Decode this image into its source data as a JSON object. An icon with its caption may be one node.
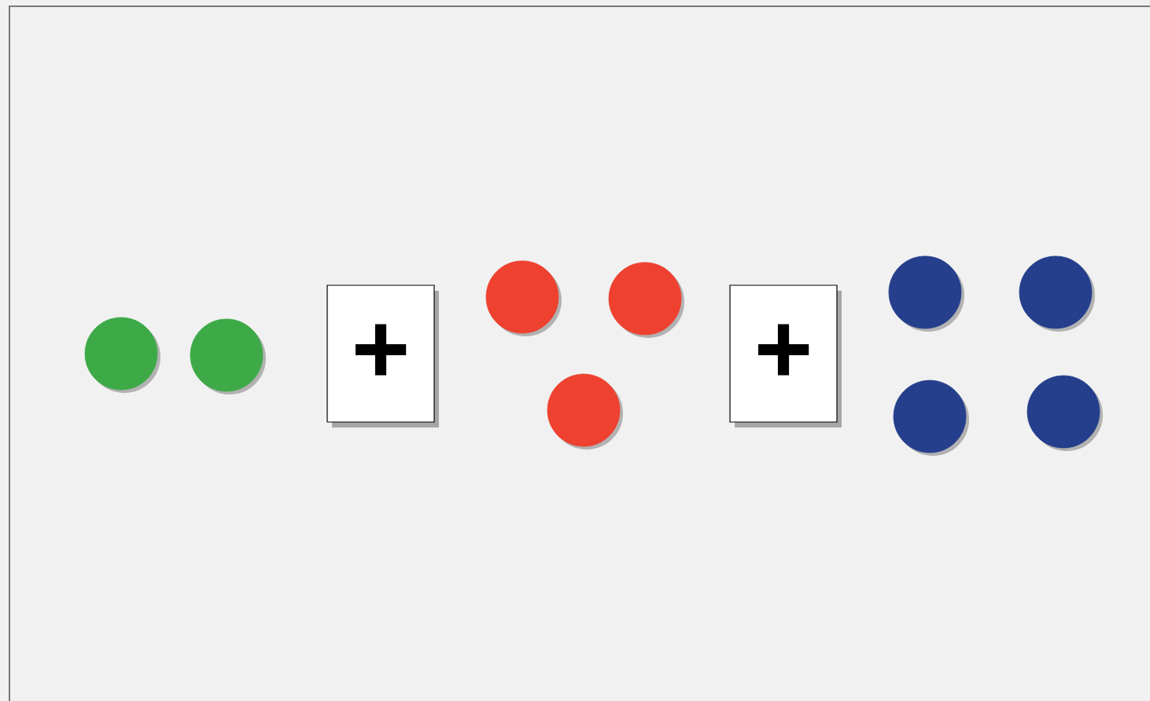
{
  "diagram": {
    "nodes": [
      {
        "text": [],
        "shape": "circle"
      },
      {
        "text": [],
        "shape": "circle"
      },
      {
        "text": [
          "+"
        ]
      },
      {
        "text": [],
        "shape": "circle"
      },
      {
        "text": [],
        "shape": "circle"
      },
      {
        "text": [],
        "shape": "circle"
      },
      {
        "text": [
          "+"
        ]
      },
      {
        "text": [],
        "shape": "circle"
      },
      {
        "text": [],
        "shape": "circle"
      },
      {
        "text": [],
        "shape": "circle"
      },
      {
        "text": [],
        "shape": "circle"
      }
    ]
  }
}
